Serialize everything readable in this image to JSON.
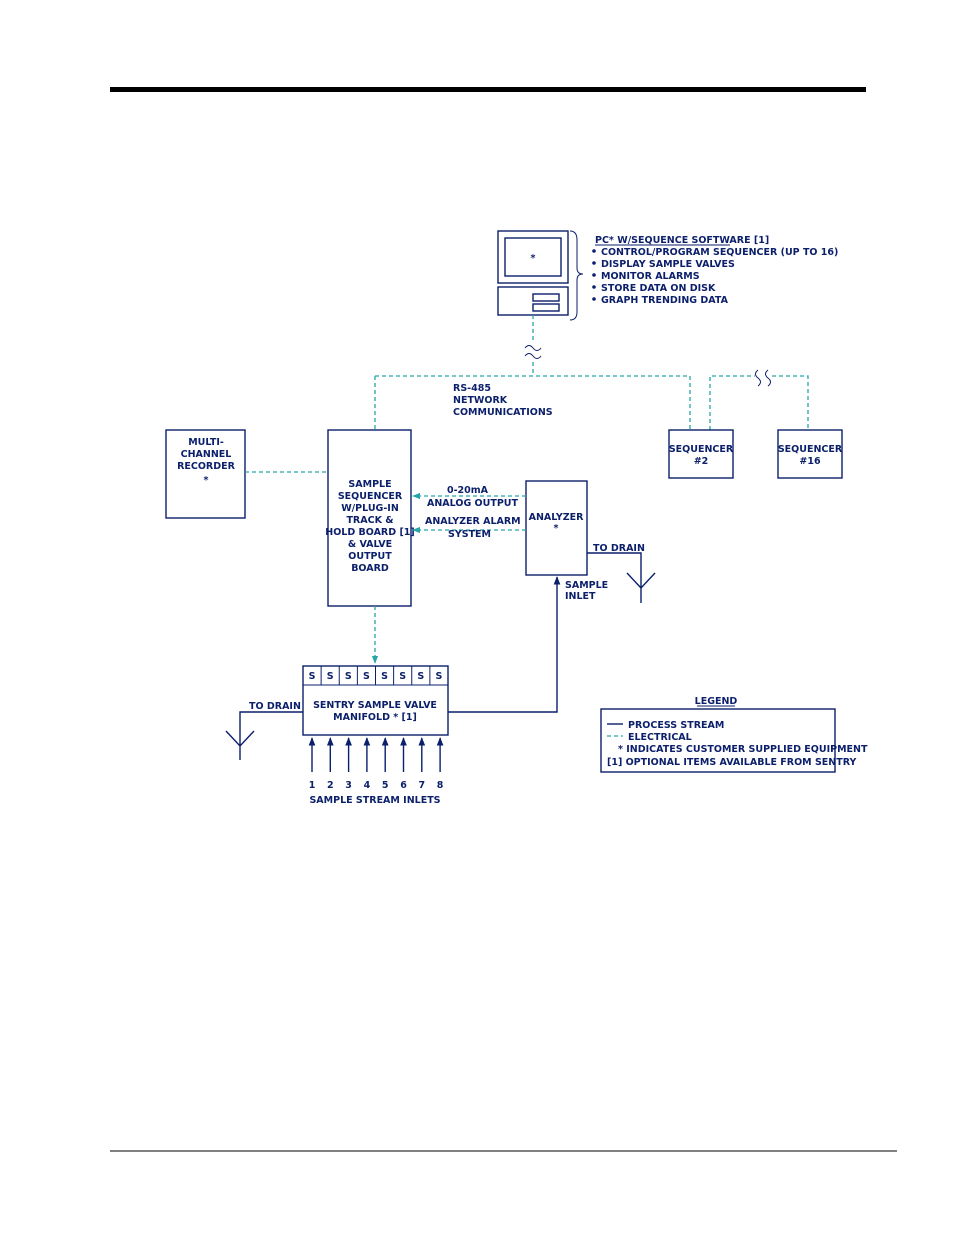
{
  "colors": {
    "line": "#0b1f6b",
    "electrical": "#26a6a6",
    "rule": "#000000"
  },
  "pc": {
    "title": "PC* W/SEQUENCE SOFTWARE [1]",
    "screen_mark": "*",
    "features": [
      "CONTROL/PROGRAM SEQUENCER (UP TO 16)",
      "DISPLAY SAMPLE VALVES",
      "MONITOR ALARMS",
      "STORE DATA ON DISK",
      "GRAPH TRENDING DATA"
    ]
  },
  "network": {
    "lines": [
      "RS-485",
      "NETWORK",
      "COMMUNICATIONS"
    ]
  },
  "recorder": {
    "lines": [
      "MULTI-",
      "CHANNEL",
      "RECORDER",
      "*"
    ]
  },
  "sequencer_main": {
    "lines": [
      "SAMPLE",
      "SEQUENCER",
      "W/PLUG-IN",
      "TRACK &",
      "HOLD BOARD [1]",
      "& VALVE",
      "OUTPUT",
      "BOARD"
    ]
  },
  "sequencer_2": {
    "lines": [
      "SEQUENCER",
      "#2"
    ]
  },
  "sequencer_16": {
    "lines": [
      "SEQUENCER",
      "#16"
    ]
  },
  "analyzer": {
    "lines": [
      "ANALYZER",
      "*"
    ],
    "drain_label": "TO DRAIN",
    "inlet_lines": [
      "SAMPLE",
      "INLET"
    ]
  },
  "signals": {
    "analog": [
      "0-20mA",
      "ANALOG OUTPUT"
    ],
    "alarm": [
      "ANALYZER ALARM",
      "SYSTEM"
    ]
  },
  "manifold": {
    "valve_label": "S",
    "valve_count": 8,
    "lines": [
      "SENTRY SAMPLE VALVE",
      "MANIFOLD * [1]"
    ],
    "drain_label": "TO DRAIN",
    "inlets": [
      "1",
      "2",
      "3",
      "4",
      "5",
      "6",
      "7",
      "8"
    ],
    "inlets_label": "SAMPLE STREAM INLETS"
  },
  "legend": {
    "title": "LEGEND",
    "items": [
      "PROCESS STREAM",
      "ELECTRICAL",
      "* INDICATES CUSTOMER SUPPLIED EQUIPMENT",
      "[1] OPTIONAL ITEMS AVAILABLE FROM SENTRY"
    ]
  }
}
